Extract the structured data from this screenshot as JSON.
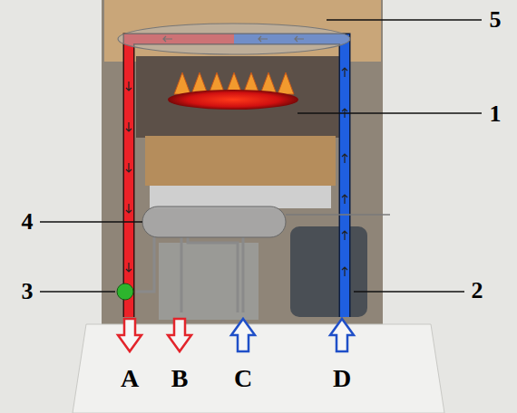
{
  "diagram": {
    "labels": [
      "5",
      "1",
      "4",
      "3",
      "2",
      "A",
      "B",
      "C",
      "D"
    ]
  }
}
